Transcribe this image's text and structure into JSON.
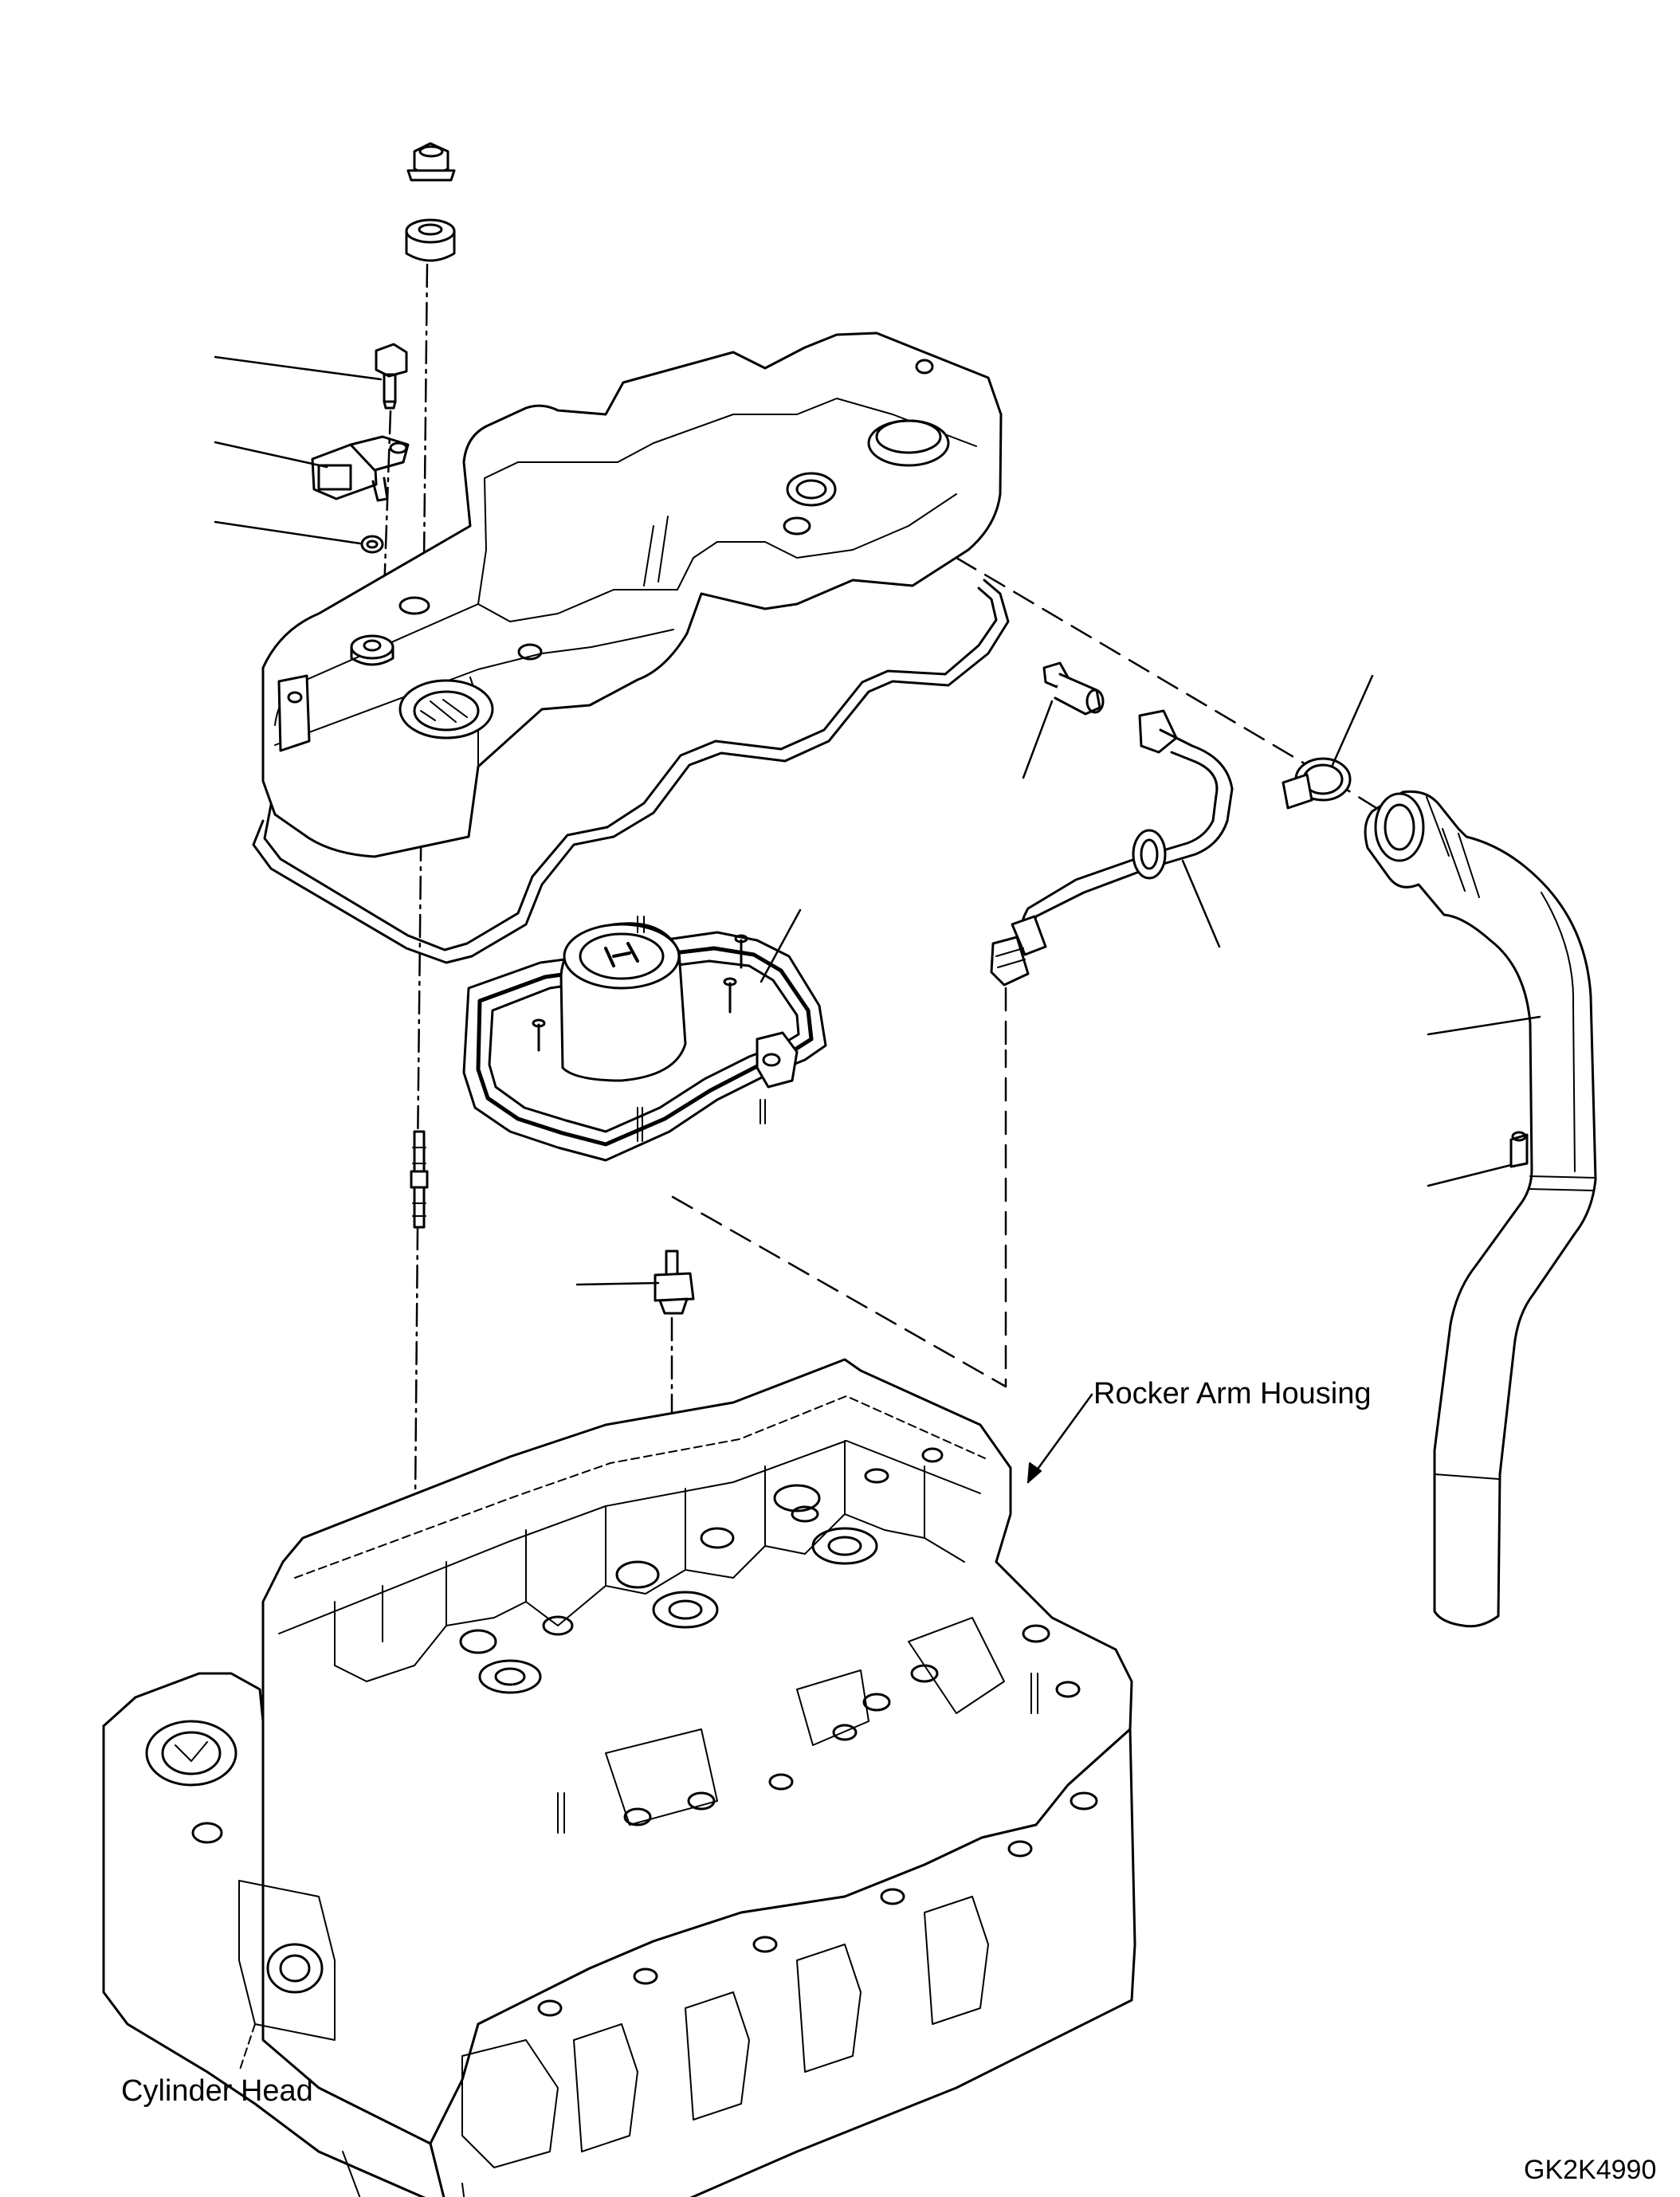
{
  "labels": {
    "rocker_arm_housing": "Rocker Arm Housing",
    "cylinder_head": "Cylinder Head"
  },
  "figure_id": "GK2K4990",
  "colors": {
    "line": "#000000",
    "background": "#ffffff"
  }
}
